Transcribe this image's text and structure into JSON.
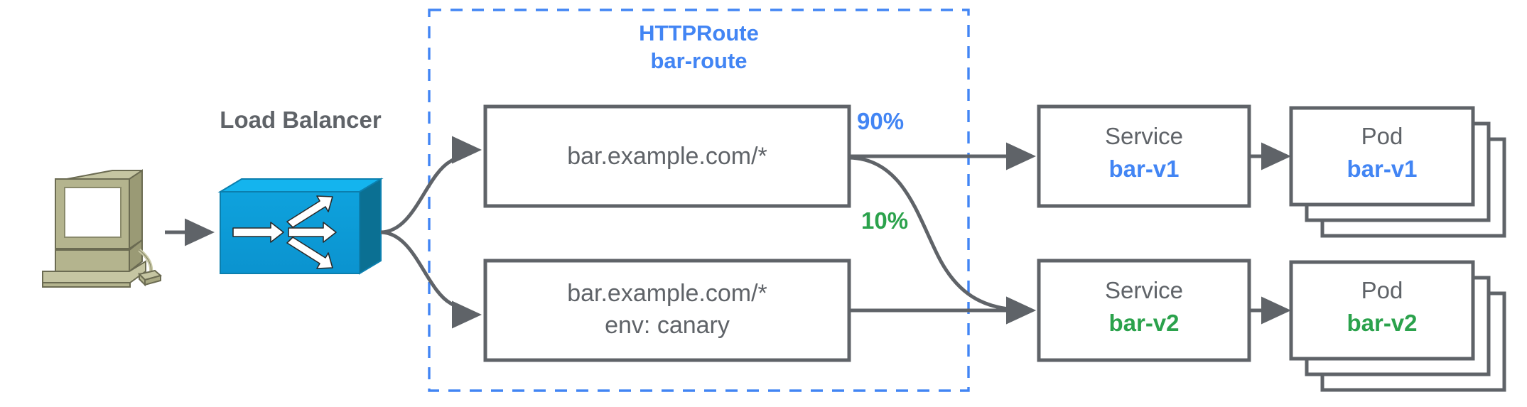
{
  "diagram": {
    "title_group": {
      "kind": "HTTPRoute",
      "name": "bar-route"
    },
    "client": {
      "icon": "computer-workstation-icon"
    },
    "load_balancer": {
      "label": "Load Balancer",
      "icon": "load-balancer-switch-icon"
    },
    "routes": [
      {
        "id": "route-primary",
        "line1": "bar.example.com/*",
        "line2": ""
      },
      {
        "id": "route-canary",
        "line1": "bar.example.com/*",
        "line2": "env: canary"
      }
    ],
    "weights": [
      {
        "value": "90%",
        "color": "#4285f4",
        "target": "bar-v1"
      },
      {
        "value": "10%",
        "color": "#2ba24c",
        "target": "bar-v2"
      }
    ],
    "services": [
      {
        "type": "Service",
        "name": "bar-v1",
        "color": "#4285f4"
      },
      {
        "type": "Service",
        "name": "bar-v2",
        "color": "#2ba24c"
      }
    ],
    "pods": [
      {
        "type": "Pod",
        "name": "bar-v1",
        "color": "#4285f4",
        "replicas": 3
      },
      {
        "type": "Pod",
        "name": "bar-v2",
        "color": "#2ba24c",
        "replicas": 3
      }
    ],
    "colors": {
      "blue_accent": "#4285f4",
      "green_accent": "#2ba24c",
      "stroke_gray": "#5f6368",
      "dash_blue": "#4285f4",
      "lb_blue": "#0c9ad6",
      "lb_blue_dark": "#0b6f99",
      "lb_blue_light": "#14b4ee",
      "computer_body": "#a8a878",
      "computer_light": "#c3c3a0"
    }
  }
}
